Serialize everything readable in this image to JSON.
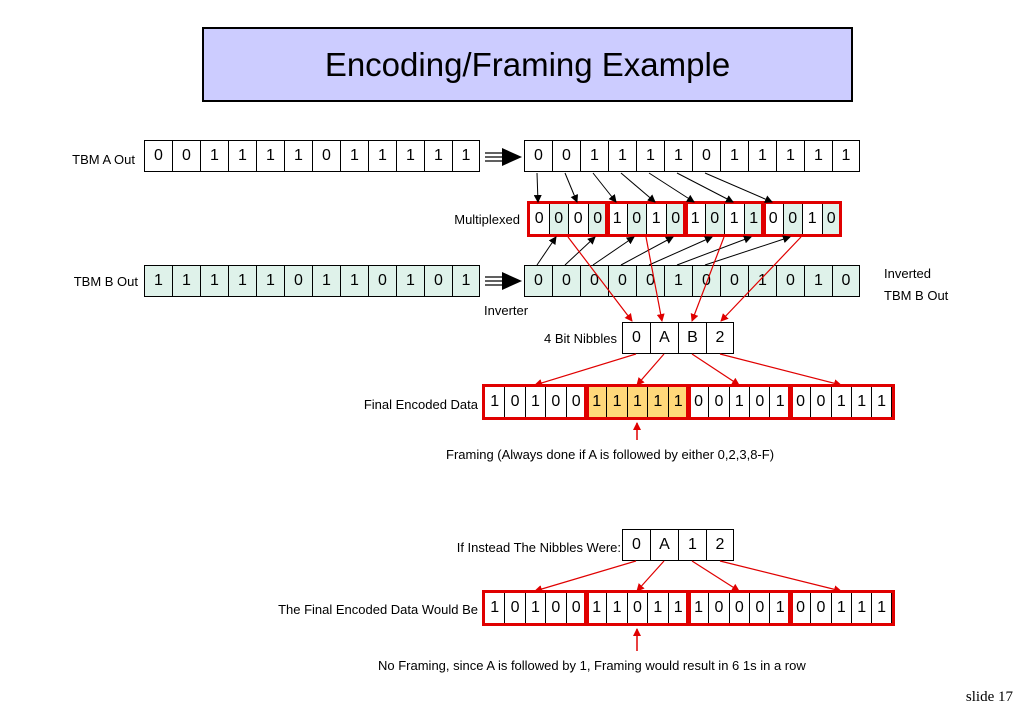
{
  "title": "Encoding/Framing Example",
  "labels": {
    "tbm_a_out": "TBM A Out",
    "tbm_b_out": "TBM B Out",
    "multiplexed": "Multiplexed",
    "inverted_line1": "Inverted",
    "inverted_line2": "TBM B Out",
    "inverter": "Inverter",
    "nibbles": "4 Bit Nibbles",
    "final_encoded": "Final Encoded Data",
    "framing_note": "Framing (Always done if A is followed by either 0,2,3,8-F)",
    "if_instead": "If Instead The Nibbles Were:",
    "would_be": "The Final Encoded Data Would Be",
    "no_framing_note": "No Framing, since A is followed by 1, Framing would result in 6 1s in a row",
    "slide": "slide 17"
  },
  "tbm_a_out": [
    "0",
    "0",
    "1",
    "1",
    "1",
    "1",
    "0",
    "1",
    "1",
    "1",
    "1",
    "1"
  ],
  "tbm_a_copy": [
    "0",
    "0",
    "1",
    "1",
    "1",
    "1",
    "0",
    "1",
    "1",
    "1",
    "1",
    "1"
  ],
  "tbm_b_out": [
    "1",
    "1",
    "1",
    "1",
    "1",
    "0",
    "1",
    "1",
    "0",
    "1",
    "0",
    "1"
  ],
  "inverted_b": [
    "0",
    "0",
    "0",
    "0",
    "0",
    "1",
    "0",
    "0",
    "1",
    "0",
    "1",
    "0"
  ],
  "multiplexed": [
    "0",
    "0",
    "0",
    "0",
    "1",
    "0",
    "1",
    "0",
    "1",
    "0",
    "1",
    "1",
    "0",
    "0",
    "1",
    "0"
  ],
  "nibbles": [
    "0",
    "A",
    "B",
    "2"
  ],
  "final_encoded": [
    "1",
    "0",
    "1",
    "0",
    "0",
    "1",
    "1",
    "1",
    "1",
    "1",
    "0",
    "0",
    "1",
    "0",
    "1",
    "0",
    "0",
    "1",
    "1",
    "1"
  ],
  "alt_nibbles": [
    "0",
    "A",
    "1",
    "2"
  ],
  "alt_encoded": [
    "1",
    "0",
    "1",
    "0",
    "0",
    "1",
    "1",
    "0",
    "1",
    "1",
    "1",
    "0",
    "0",
    "0",
    "1",
    "0",
    "0",
    "1",
    "1",
    "1"
  ],
  "colors": {
    "title_bg": "#ccccff",
    "cell_green": "#dff2ea",
    "cell_yellow": "#ffd87a",
    "red": "#e00000"
  },
  "icons": {
    "arrow": "double-line-right-arrow-icon"
  }
}
